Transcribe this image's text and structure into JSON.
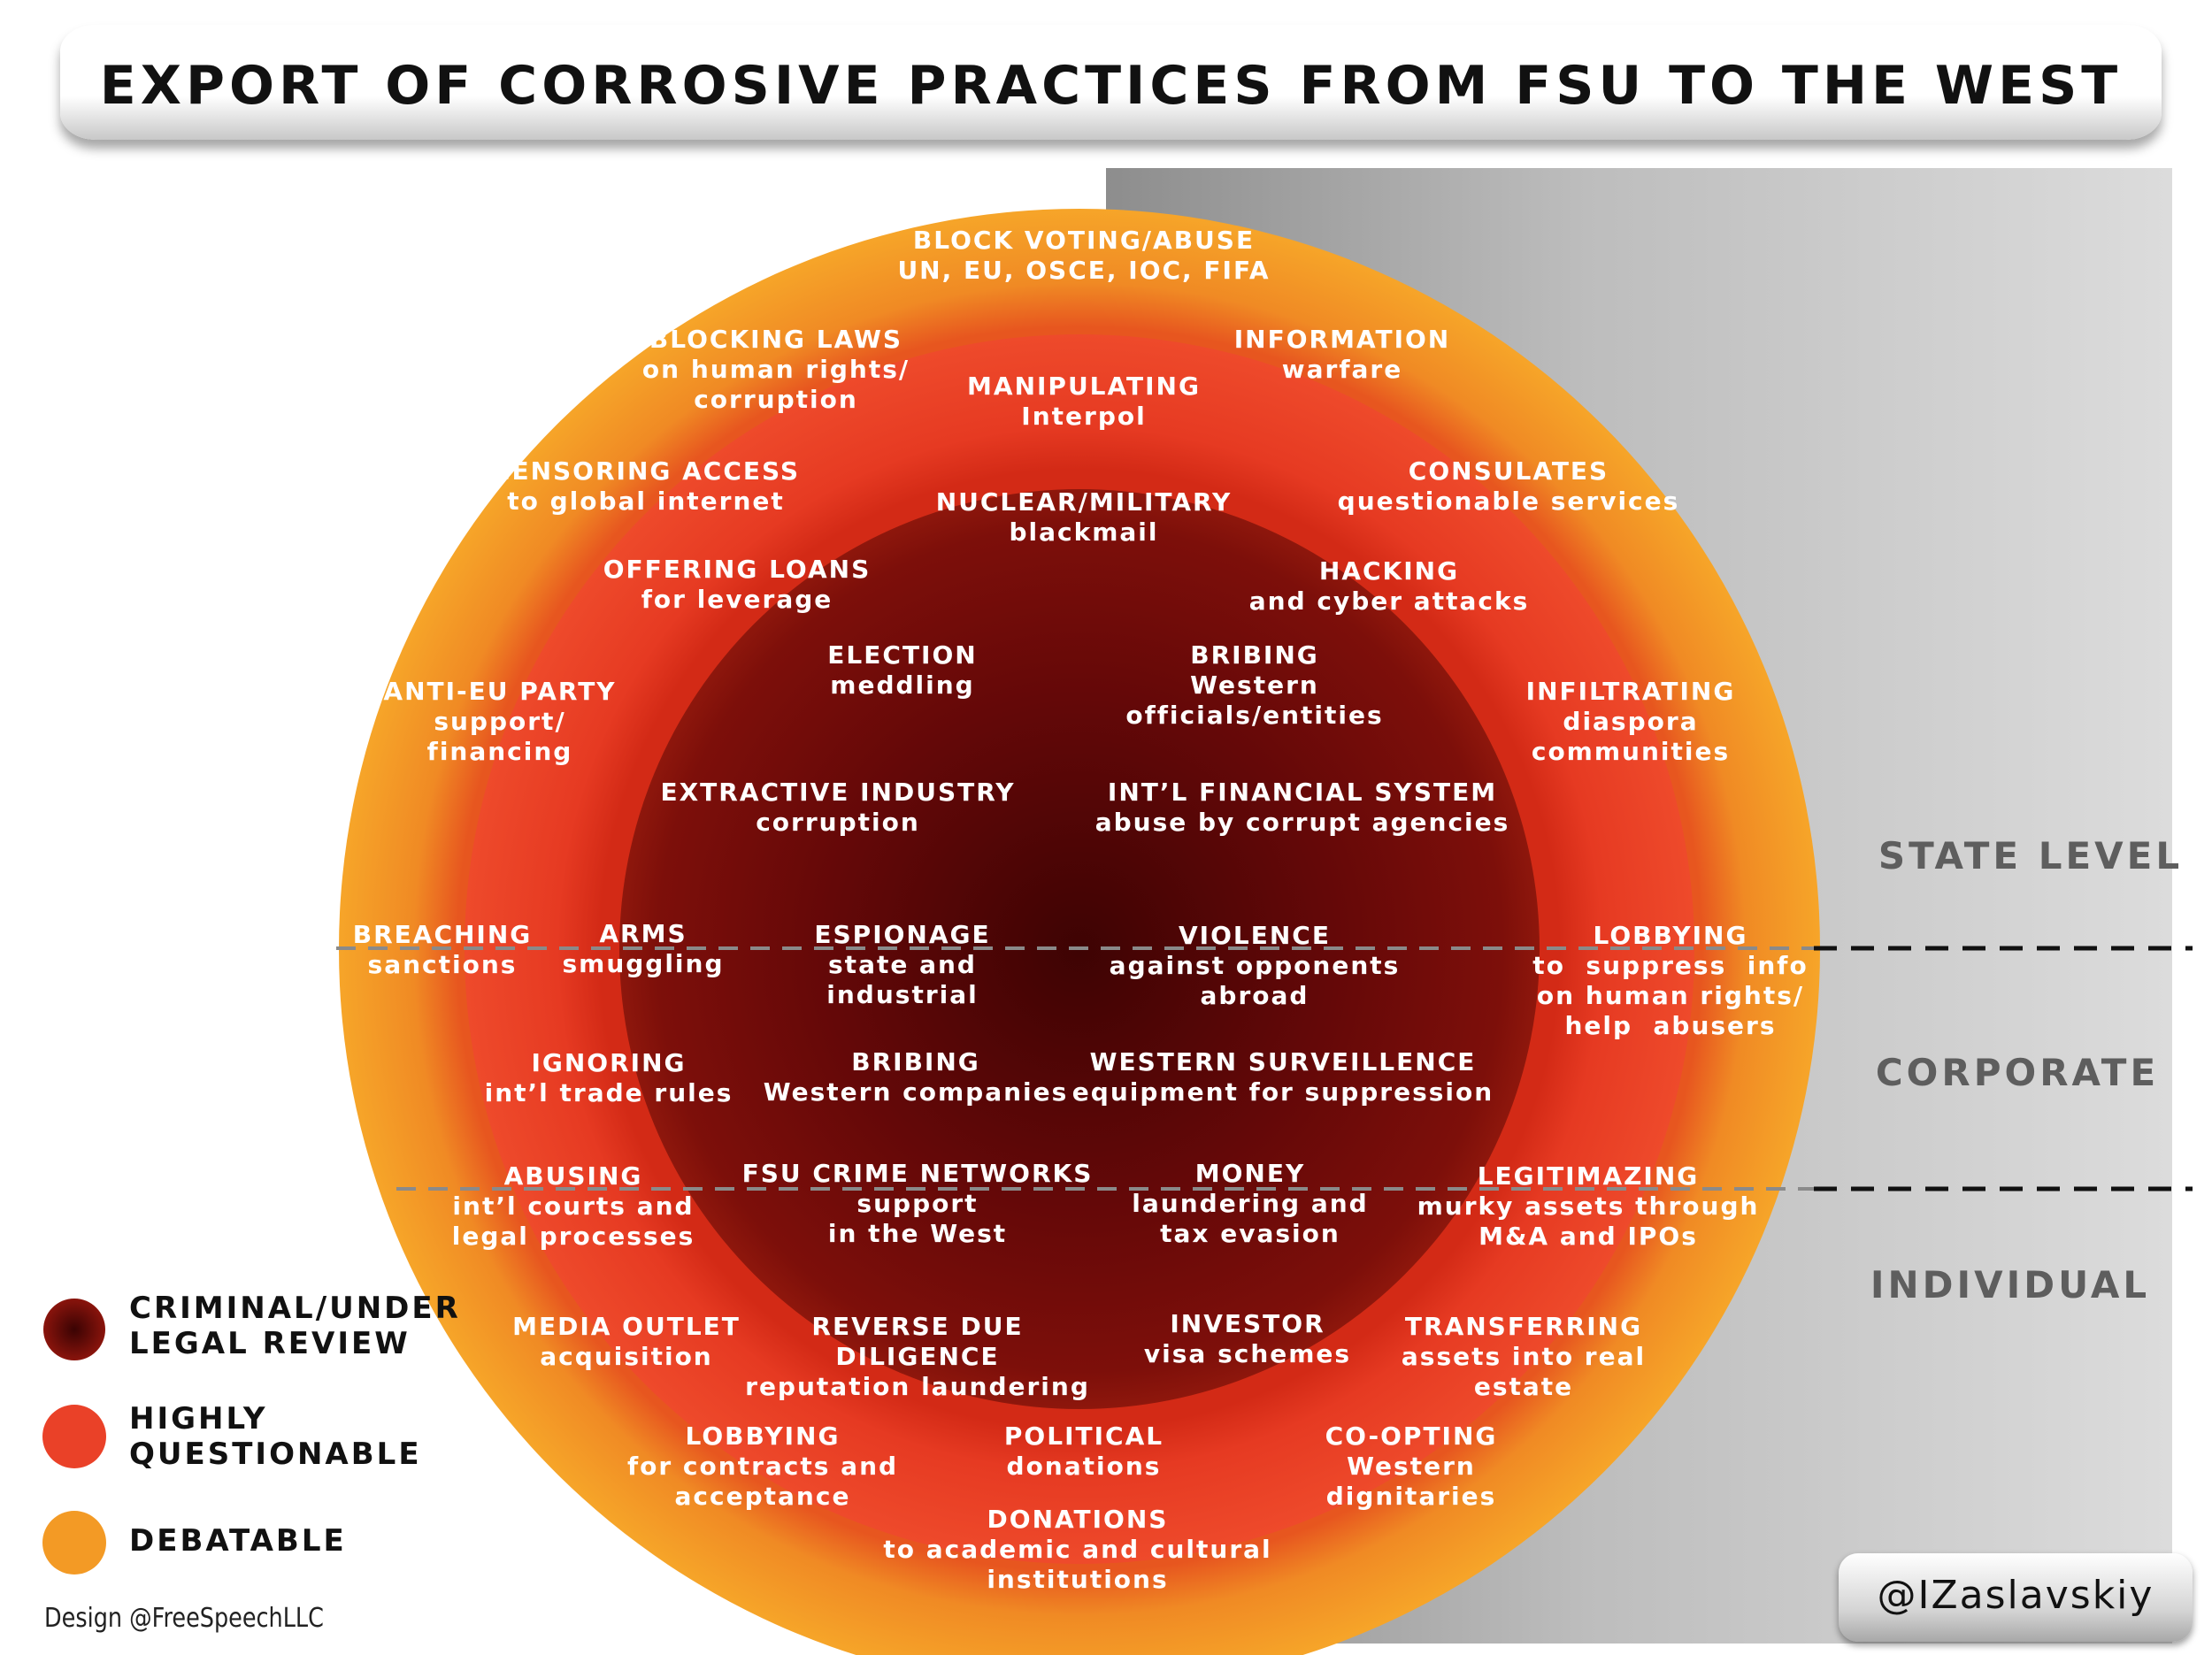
{
  "title": "EXPORT OF CORROSIVE PRACTICES FROM FSU TO THE WEST",
  "levels": {
    "state": "STATE LEVEL",
    "corporate": "CORPORATE",
    "individual": "INDIVIDUAL"
  },
  "legend": [
    {
      "label": "CRIMINAL/UNDER\nLEGAL REVIEW",
      "color": "#7a0e0a"
    },
    {
      "label": "HIGHLY\nQUESTIONABLE",
      "color": "#ea4128"
    },
    {
      "label": "DEBATABLE",
      "color": "#f39a25"
    }
  ],
  "credit": "Design @FreeSpeechLLC",
  "handle": "@IZaslavskiy",
  "colors": {
    "inner": "#6e0a08",
    "middle": "#ea4128",
    "outer": "#f5a127",
    "grey_panel": "#c9c9c9"
  },
  "practices": {
    "block_voting": {
      "head": "BLOCK VOTING/ABUSE",
      "sub": "UN, EU, OSCE, IOC, FIFA"
    },
    "blocking_laws": {
      "head": "BLOCKING LAWS",
      "sub": "on human rights/\ncorruption"
    },
    "information": {
      "head": "INFORMATION",
      "sub": "warfare"
    },
    "manipulating": {
      "head": "MANIPULATING",
      "sub": "Interpol"
    },
    "censoring": {
      "head": "CENSORING ACCESS",
      "sub": "to global internet"
    },
    "consulates": {
      "head": "CONSULATES",
      "sub": "questionable services"
    },
    "nuclear": {
      "head": "NUCLEAR/MILITARY",
      "sub": "blackmail"
    },
    "offering_loans": {
      "head": "OFFERING LOANS",
      "sub": "for leverage"
    },
    "hacking": {
      "head": "HACKING",
      "sub": "and cyber attacks"
    },
    "election": {
      "head": "ELECTION",
      "sub": "meddling"
    },
    "bribing_officials": {
      "head": "BRIBING",
      "sub": "Western\nofficials/entities"
    },
    "anti_eu": {
      "head": "ANTI-EU PARTY",
      "sub": "support/\nfinancing"
    },
    "infiltrating": {
      "head": "INFILTRATING",
      "sub": "diaspora\ncommunities"
    },
    "extractive": {
      "head": "EXTRACTIVE INDUSTRY",
      "sub": "corruption"
    },
    "financial_system": {
      "head": "INT’L FINANCIAL SYSTEM",
      "sub": "abuse by corrupt agencies"
    },
    "breaching": {
      "head": "BREACHING",
      "sub": "sanctions"
    },
    "arms": {
      "head": "ARMS",
      "sub": "smuggling"
    },
    "espionage": {
      "head": "ESPIONAGE",
      "sub": "state and\nindustrial"
    },
    "violence": {
      "head": "VIOLENCE",
      "sub": "against opponents\nabroad"
    },
    "lobbying_suppress": {
      "head": "LOBBYING",
      "sub": "to  suppress  info\non human rights/\nhelp  abusers"
    },
    "ignoring": {
      "head": "IGNORING",
      "sub": "int’l trade rules"
    },
    "bribing_companies": {
      "head": "BRIBING",
      "sub": "Western companies"
    },
    "surveillance": {
      "head": "WESTERN SURVEILLENCE",
      "sub": "equipment for suppression"
    },
    "abusing": {
      "head": "ABUSING",
      "sub": "int’l courts and\nlegal processes"
    },
    "crime_networks": {
      "head": "FSU CRIME NETWORKS",
      "sub": "support\nin the West"
    },
    "money": {
      "head": "MONEY",
      "sub": "laundering and\ntax evasion"
    },
    "legitimazing": {
      "head": "LEGITIMAZING",
      "sub": "murky assets through\nM&A and IPOs"
    },
    "media": {
      "head": "MEDIA OUTLET",
      "sub": "acquisition"
    },
    "reverse": {
      "head": "REVERSE DUE\nDILIGENCE",
      "sub": "reputation laundering"
    },
    "investor": {
      "head": "INVESTOR",
      "sub": "visa schemes"
    },
    "transferring": {
      "head": "TRANSFERRING",
      "sub": "assets into real\nestate"
    },
    "lobbying_contracts": {
      "head": "LOBBYING",
      "sub": "for contracts and\nacceptance"
    },
    "political": {
      "head": "POLITICAL",
      "sub": "donations"
    },
    "coopting": {
      "head": "CO-OPTING",
      "sub": "Western\ndignitaries"
    },
    "donations": {
      "head": "DONATIONS",
      "sub": "to academic and cultural\ninstitutions"
    }
  }
}
